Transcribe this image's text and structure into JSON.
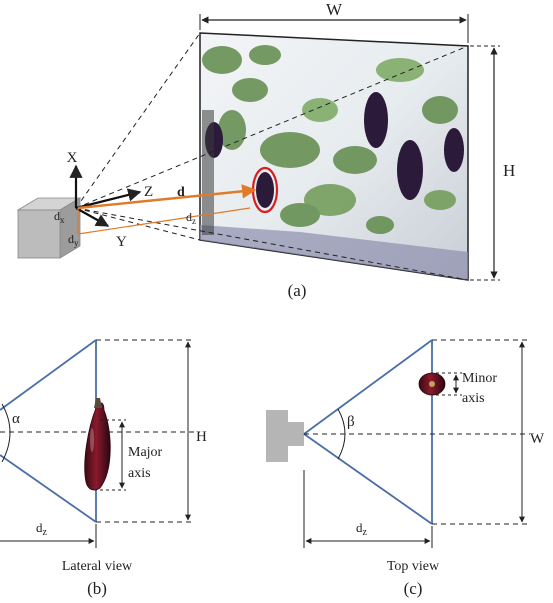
{
  "panel_a": {
    "width_label": "W",
    "height_label": "H",
    "axis_x": "X",
    "axis_y": "Y",
    "axis_z": "Z",
    "distance_label": "d",
    "dx_label": "d",
    "dx_sub": "x",
    "dy_label": "d",
    "dy_sub": "y",
    "dz_label": "d",
    "dz_sub": "z",
    "caption": "(a)"
  },
  "panel_b": {
    "angle_label": "α",
    "height_label": "H",
    "major_axis_line1": "Major",
    "major_axis_line2": "axis",
    "dz_label": "d",
    "dz_sub": "z",
    "view_label": "Lateral view",
    "caption": "(b)"
  },
  "panel_c": {
    "angle_label": "β",
    "width_label": "W",
    "minor_axis_line1": "Minor",
    "minor_axis_line2": "axis",
    "dz_label": "d",
    "dz_sub": "z",
    "view_label": "Top view",
    "caption": "(c)"
  },
  "colors": {
    "fov_blue": "#4a6fa5",
    "distance_orange": "#e07b2a",
    "detection_red": "#d62020",
    "eggplant": "#5a1020",
    "camera_gray": "#b5b5b5"
  }
}
